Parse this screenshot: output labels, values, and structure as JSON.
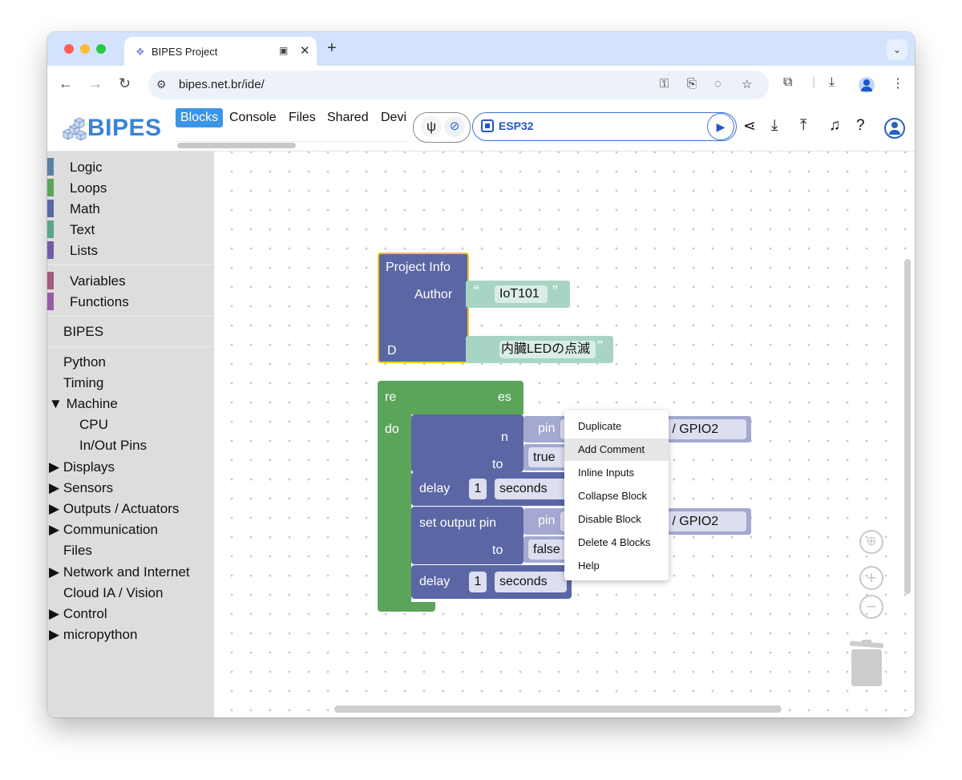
{
  "browser": {
    "tab_title": "BIPES Project",
    "tab_favicon_icon": "bipes-cubes-icon",
    "url": "bipes.net.br/ide/",
    "buttons": [
      "back-icon",
      "forward-icon",
      "reload-icon",
      "site-settings-icon",
      "password-key-icon",
      "install-app-icon",
      "eye-off-icon",
      "bookmark-star-icon",
      "extensions-icon",
      "download-icon",
      "profile-icon",
      "menu-icon"
    ]
  },
  "app": {
    "logo_text": "BIPES",
    "tabs": [
      {
        "label": "Blocks",
        "active": true
      },
      {
        "label": "Console"
      },
      {
        "label": "Files"
      },
      {
        "label": "Shared"
      },
      {
        "label": "Devi"
      }
    ],
    "device_name": "ESP32",
    "header_icons": [
      "usb-icon",
      "disconnected-plug-icon",
      "play-icon",
      "share-icon",
      "download-icon",
      "upload-icon",
      "bell-icon",
      "help-icon",
      "account-icon"
    ]
  },
  "sidebar": {
    "categories": [
      {
        "label": "Logic",
        "color": "#5b80a5"
      },
      {
        "label": "Loops",
        "color": "#5ba55b"
      },
      {
        "label": "Math",
        "color": "#5b67a5"
      },
      {
        "label": "Text",
        "color": "#5ba58c"
      },
      {
        "label": "Lists",
        "color": "#745ba5"
      },
      {
        "label": "Variables",
        "color": "#a55b80"
      },
      {
        "label": "Functions",
        "color": "#995ba5"
      }
    ],
    "tree": {
      "bipes": "BIPES",
      "python": "Python",
      "timing": "Timing",
      "machine": "Machine",
      "cpu": "CPU",
      "inout": "In/Out Pins",
      "displays": "Displays",
      "sensors": "Sensors",
      "outputs": "Outputs / Actuators",
      "communication": "Communication",
      "files": "Files",
      "network": "Network and Internet",
      "cloud": "Cloud IA / Vision",
      "control": "Control",
      "micropython": "micropython"
    }
  },
  "workspace": {
    "project_info": {
      "title": "Project Info",
      "author_label": "Author",
      "author_value": "IoT101",
      "description_label": "D",
      "description_value": "内臓LEDの点滅",
      "open_quote": "“",
      "close_quote": "”"
    },
    "repeat_block": {
      "label_prefix": "re",
      "label_suffix": "es",
      "do_label": "do"
    },
    "set_output_1": {
      "label": "n",
      "pin_label": "pin",
      "pin_value": "D2 / CS / ADC2_2 / GPIO2",
      "to_label": "to",
      "value": "true"
    },
    "delay_1": {
      "label": "delay",
      "amount": "1",
      "unit": "seconds"
    },
    "set_output_2": {
      "label": "set output pin",
      "pin_label": "pin",
      "pin_value": "D2 / CS / ADC2_2 / GPIO2",
      "to_label": "to",
      "value": "false"
    },
    "delay_2": {
      "label": "delay",
      "amount": "1",
      "unit": "seconds"
    },
    "context_menu": [
      "Duplicate",
      "Add Comment",
      "Inline Inputs",
      "Collapse Block",
      "Disable Block",
      "Delete 4 Blocks",
      "Help"
    ],
    "context_menu_highlighted": "Add Comment",
    "controls": [
      "recenter-icon",
      "zoom-in-icon",
      "zoom-out-icon",
      "trash-icon"
    ]
  }
}
